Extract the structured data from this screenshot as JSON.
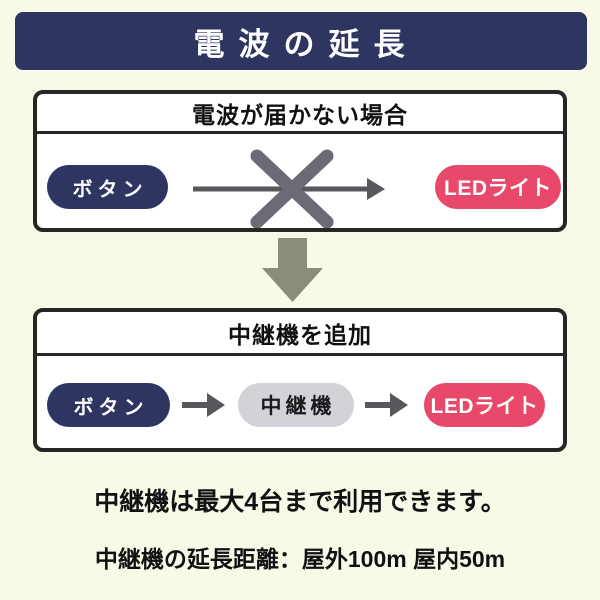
{
  "colors": {
    "background": "#f9f9e7",
    "navy": "#2e3561",
    "pink": "#e8486a",
    "gray": "#d2d2d8",
    "arrow": "#57575c",
    "x_mark": "#6b6b76",
    "down_arrow": "#8c8c7d",
    "border": "#262626",
    "text": "#111111"
  },
  "title": "電波の延長",
  "diagram_no_signal": {
    "header": "電波が届かない場合",
    "source_label": "ボタン",
    "target_label": "LEDライト"
  },
  "diagram_with_repeater": {
    "header": "中継機を追加",
    "source_label": "ボタン",
    "repeater_label": "中継機",
    "target_label": "LEDライト"
  },
  "notes": {
    "max_units": "中継機は最大4台まで利用できます。",
    "distance": "中継機の延長距離：屋外100m 屋内50m"
  }
}
